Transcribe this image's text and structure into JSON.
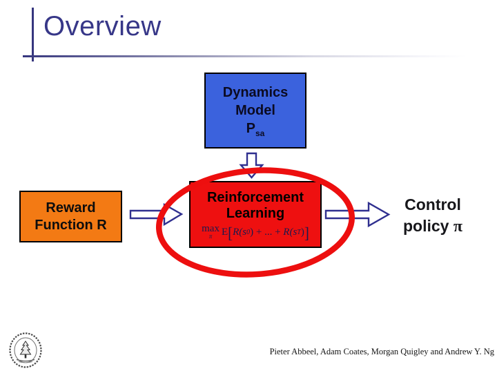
{
  "slide": {
    "title": "Overview",
    "background": "#FFFFFF"
  },
  "diagram": {
    "dynamics_box": {
      "line1": "Dynamics",
      "line2": "Model",
      "symbol": "P",
      "symbol_sub": "sa",
      "fill": "#3B62DD"
    },
    "reward_box": {
      "line1": "Reward",
      "line2": "Function R",
      "fill": "#F37A14"
    },
    "rl_box": {
      "line1": "Reinforcement",
      "line2": "Learning",
      "fill": "#EE1010"
    },
    "formula": {
      "max": "max",
      "pi": "π",
      "expect": "E",
      "lbracket": "[",
      "r1": "R(s",
      "sub1": "0",
      "middle": ") + ... + ",
      "r2": "R(s",
      "sub2": "T",
      "close": ")",
      "rbracket": "]"
    },
    "control_label": {
      "line1": "Control",
      "line2": "policy",
      "pi": "π"
    },
    "highlight_ellipse_color": "#ED0F0F",
    "arrow_outline_color": "#2F2F8F"
  },
  "footer": {
    "logo": "university-seal-icon",
    "attribution": "Pieter Abbeel, Adam Coates, Morgan Quigley and Andrew Y. Ng"
  },
  "colors": {
    "title_text": "#373788",
    "formula_text": "#1A1A4E"
  }
}
